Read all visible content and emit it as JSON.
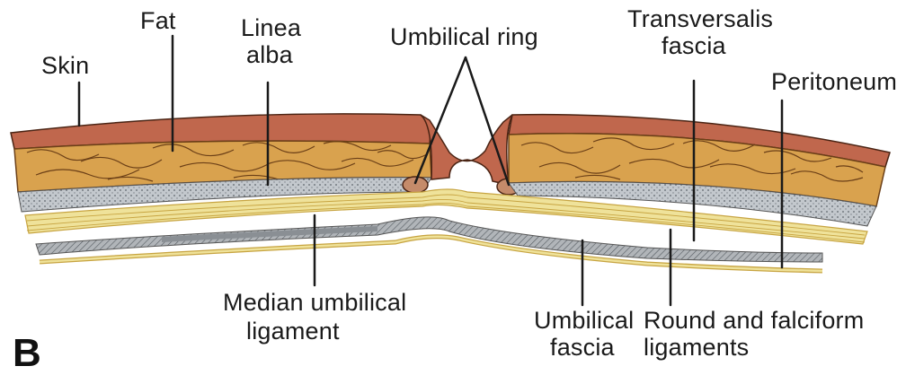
{
  "panel_letter": "B",
  "labels": {
    "skin": "Skin",
    "fat": "Fat",
    "linea_alba_1": "Linea",
    "linea_alba_2": "alba",
    "umbilical_ring": "Umbilical ring",
    "transversalis_1": "Transversalis",
    "transversalis_2": "fascia",
    "peritoneum": "Peritoneum",
    "median_1": "Median umbilical",
    "median_2": "ligament",
    "umbilical_fascia_1": "Umbilical",
    "umbilical_fascia_2": "fascia",
    "round_falciform_1": "Round and falciform",
    "round_falciform_2": "ligaments"
  },
  "colors": {
    "skin": "#c0674d",
    "fat": "#d9a24e",
    "fat_outline": "#6b3f17",
    "linea_alba": "#bfc4c9",
    "ligament_yellow": "#efe29a",
    "ligament_line": "#c7a441",
    "fascia_gray": "#a9adb2",
    "text": "#1a1a1a"
  }
}
